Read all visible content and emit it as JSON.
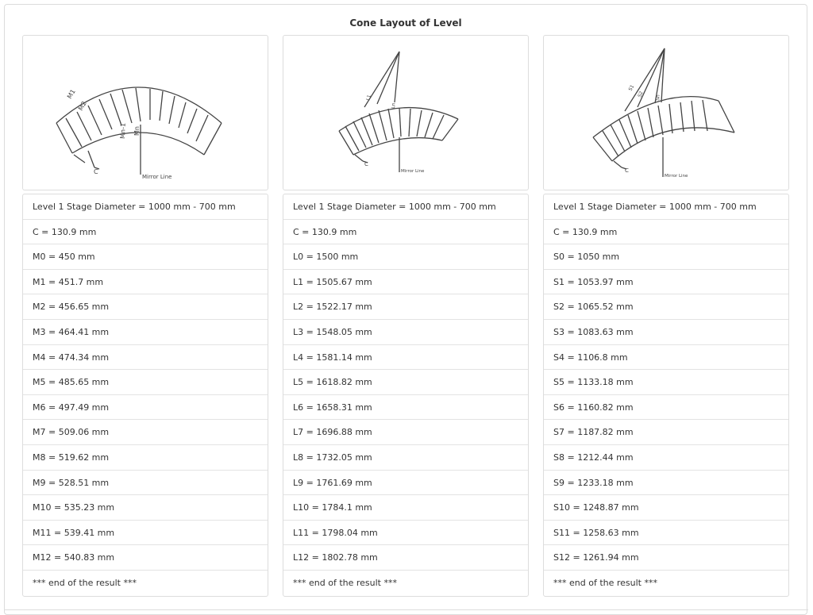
{
  "title": "Cone Layout of Level",
  "columns": [
    {
      "figure": {
        "labels": [
          "M1",
          "M2",
          "Mn-1",
          "Mn",
          "C",
          "Mirror Line"
        ]
      },
      "rows": [
        "Level 1 Stage Diameter = 1000 mm - 700 mm",
        "C = 130.9 mm",
        "M0 = 450 mm",
        "M1 = 451.7 mm",
        "M2 = 456.65 mm",
        "M3 = 464.41 mm",
        "M4 = 474.34 mm",
        "M5 = 485.65 mm",
        "M6 = 497.49 mm",
        "M7 = 509.06 mm",
        "M8 = 519.62 mm",
        "M9 = 528.51 mm",
        "M10 = 535.23 mm",
        "M11 = 539.41 mm",
        "M12 = 540.83 mm",
        "*** end of the result ***"
      ]
    },
    {
      "figure": {
        "labels": [
          "L1",
          "Ln",
          "C",
          "Mirror Line"
        ]
      },
      "rows": [
        "Level 1 Stage Diameter = 1000 mm - 700 mm",
        "C = 130.9 mm",
        "L0 = 1500 mm",
        "L1 = 1505.67 mm",
        "L2 = 1522.17 mm",
        "L3 = 1548.05 mm",
        "L4 = 1581.14 mm",
        "L5 = 1618.82 mm",
        "L6 = 1658.31 mm",
        "L7 = 1696.88 mm",
        "L8 = 1732.05 mm",
        "L9 = 1761.69 mm",
        "L10 = 1784.1 mm",
        "L11 = 1798.04 mm",
        "L12 = 1802.78 mm",
        "*** end of the result ***"
      ]
    },
    {
      "figure": {
        "labels": [
          "S1",
          "S2",
          "Sn",
          "C",
          "Mirror Line"
        ]
      },
      "rows": [
        "Level 1 Stage Diameter = 1000 mm - 700 mm",
        "C = 130.9 mm",
        "S0 = 1050 mm",
        "S1 = 1053.97 mm",
        "S2 = 1065.52 mm",
        "S3 = 1083.63 mm",
        "S4 = 1106.8 mm",
        "S5 = 1133.18 mm",
        "S6 = 1160.82 mm",
        "S7 = 1187.82 mm",
        "S8 = 1212.44 mm",
        "S9 = 1233.18 mm",
        "S10 = 1248.87 mm",
        "S11 = 1258.63 mm",
        "S12 = 1261.94 mm",
        "*** end of the result ***"
      ]
    }
  ]
}
